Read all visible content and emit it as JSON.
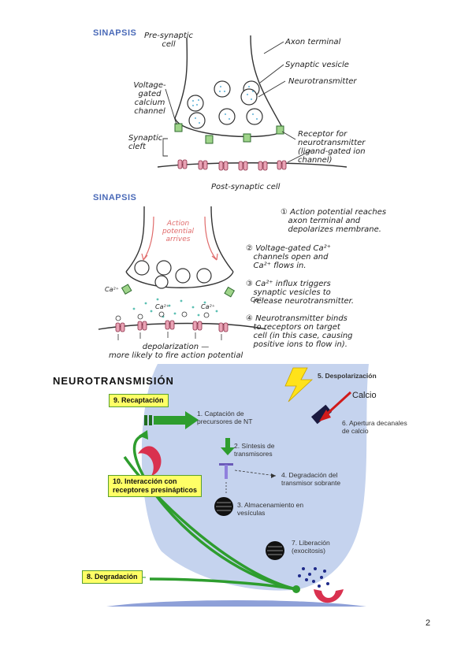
{
  "panel1": {
    "heading": "SINAPSIS",
    "presynaptic": "Pre-synaptic\ncell",
    "axon_terminal": "Axon terminal",
    "synaptic_vesicle": "Synaptic vesicle",
    "neurotransmitter": "Neurotransmitter",
    "voltage_channel": "Voltage-\ngated\ncalcium\nchannel",
    "synaptic_cleft": "Synaptic\ncleft",
    "receptor": "Receptor for\nneurotransmitter\n(ligand-gated ion\nchannel)",
    "postsynaptic": "Post-synaptic cell"
  },
  "panel2": {
    "heading": "SINAPSIS",
    "ap_arrives": "Action\npotential\narrives",
    "ca_left": "Ca²⁺",
    "ca_mid1": "Ca²⁺",
    "ca_mid2": "Ca²⁺",
    "ca_right": "Ca²⁺",
    "steps": [
      "① Action potential reaches\n   axon terminal and\n   depolarizes membrane.",
      "② Voltage-gated Ca²⁺\n   channels open and\n   Ca²⁺ flows in.",
      "③ Ca²⁺ influx triggers\n   synaptic vesicles to\n   release neurotransmitter.",
      "④ Neurotransmitter binds\n   to receptors on target\n   cell (in this case, causing\n   positive ions to flow in)."
    ],
    "depolarization": "depolarization —\nmore likely to fire action potential"
  },
  "panel3": {
    "title": "NEUROTRANSMISIÓN",
    "s1": "1. Captación de\nprecursores de NT",
    "s2": "2. Síntesis de\ntransmisores",
    "s3": "3. Almacenamiento en\nvesículas",
    "s4": "4. Degradación del\ntransmisor sobrante",
    "s5": "5. Despolarización",
    "s6": "6. Apertura decanales\nde calcio",
    "s7": "7. Liberación\n(exocitosis)",
    "calcio": "Calcio",
    "b8": "8. Degradación",
    "b9": "9. Recaptación",
    "b10": "10. Interacción con\nreceptores presinápticos"
  },
  "page_number": "2",
  "colors": {
    "heading_blue": "#4a6ab8",
    "cell_blue": "#c5d3ee",
    "arrow_green": "#2e9d2e",
    "yellow_box": "#ffff66",
    "channel_green": "#9fd48a",
    "receptor_pink": "#e9a3b5",
    "receptor_red": "#d9314f",
    "bolt_yellow": "#ffe21a",
    "calcium_arrow": "#d11a1a"
  }
}
